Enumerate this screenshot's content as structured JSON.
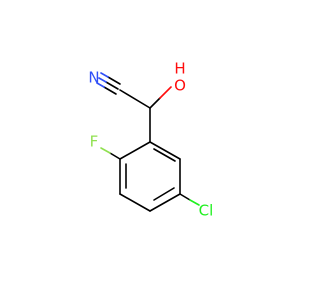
{
  "molecule": {
    "atoms": {
      "nitrile_n": {
        "symbol": "N",
        "color": "#3050F8"
      },
      "hydroxyl_o": {
        "symbol": "O",
        "color": "#FF0D0D"
      },
      "hydroxyl_h": {
        "symbol": "H",
        "color": "#FF0D0D"
      },
      "fluorine": {
        "symbol": "F",
        "color": "#90E050"
      },
      "chlorine": {
        "symbol": "Cl",
        "color": "#1FF01F"
      }
    },
    "bond_color": "#000000"
  }
}
